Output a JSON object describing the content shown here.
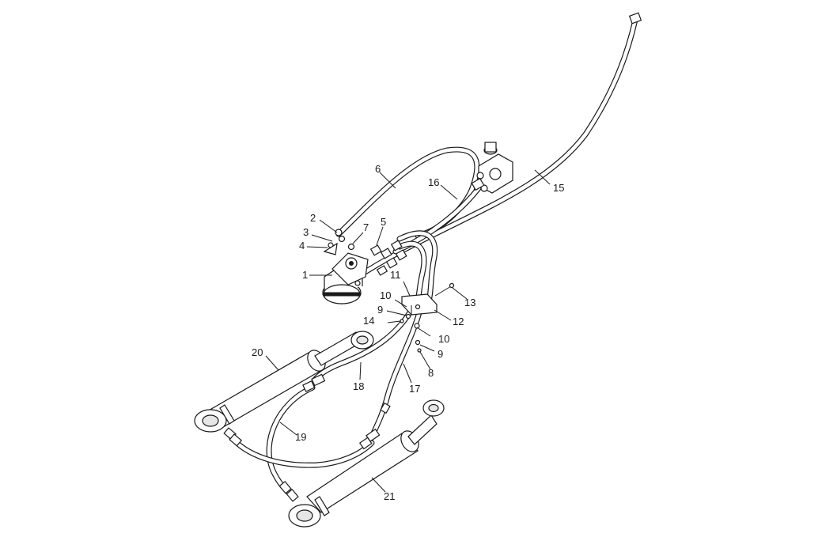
{
  "diagram": {
    "callouts": [
      {
        "id": "c1",
        "text": "1"
      },
      {
        "id": "c2",
        "text": "2"
      },
      {
        "id": "c3",
        "text": "3"
      },
      {
        "id": "c4",
        "text": "4"
      },
      {
        "id": "c5",
        "text": "5"
      },
      {
        "id": "c6",
        "text": "6"
      },
      {
        "id": "c7",
        "text": "7"
      },
      {
        "id": "c8",
        "text": "8"
      },
      {
        "id": "c9a",
        "text": "9"
      },
      {
        "id": "c9b",
        "text": "9"
      },
      {
        "id": "c10a",
        "text": "10"
      },
      {
        "id": "c10b",
        "text": "10"
      },
      {
        "id": "c11",
        "text": "11"
      },
      {
        "id": "c12",
        "text": "12"
      },
      {
        "id": "c13",
        "text": "13"
      },
      {
        "id": "c14",
        "text": "14"
      },
      {
        "id": "c15",
        "text": "15"
      },
      {
        "id": "c16",
        "text": "16"
      },
      {
        "id": "c17",
        "text": "17"
      },
      {
        "id": "c18",
        "text": "18"
      },
      {
        "id": "c19",
        "text": "19"
      },
      {
        "id": "c20",
        "text": "20"
      },
      {
        "id": "c21",
        "text": "21"
      }
    ]
  }
}
